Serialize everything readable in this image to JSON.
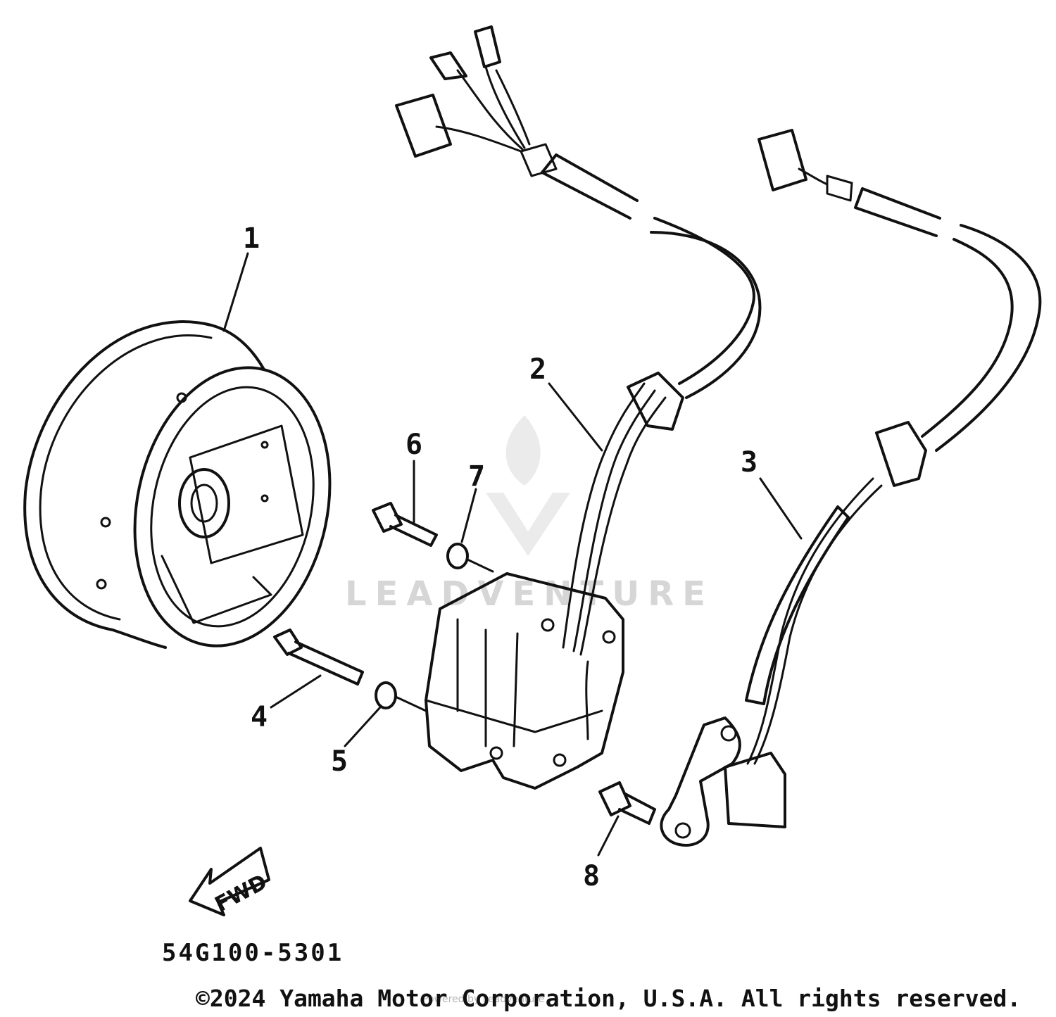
{
  "diagram": {
    "callouts": [
      "1",
      "2",
      "3",
      "4",
      "5",
      "6",
      "7",
      "8"
    ],
    "direction_label": "FWD",
    "reference_code": "54G100-5301",
    "copyright": "©2024 Yamaha Motor Corporation, U.S.A. All rights reserved.",
    "watermark": "LEADVENTURE",
    "watermark_small": "Powered by Leadventure",
    "colors": {
      "ink": "#111111",
      "background": "#ffffff",
      "watermark": "#d6d6d6"
    }
  }
}
